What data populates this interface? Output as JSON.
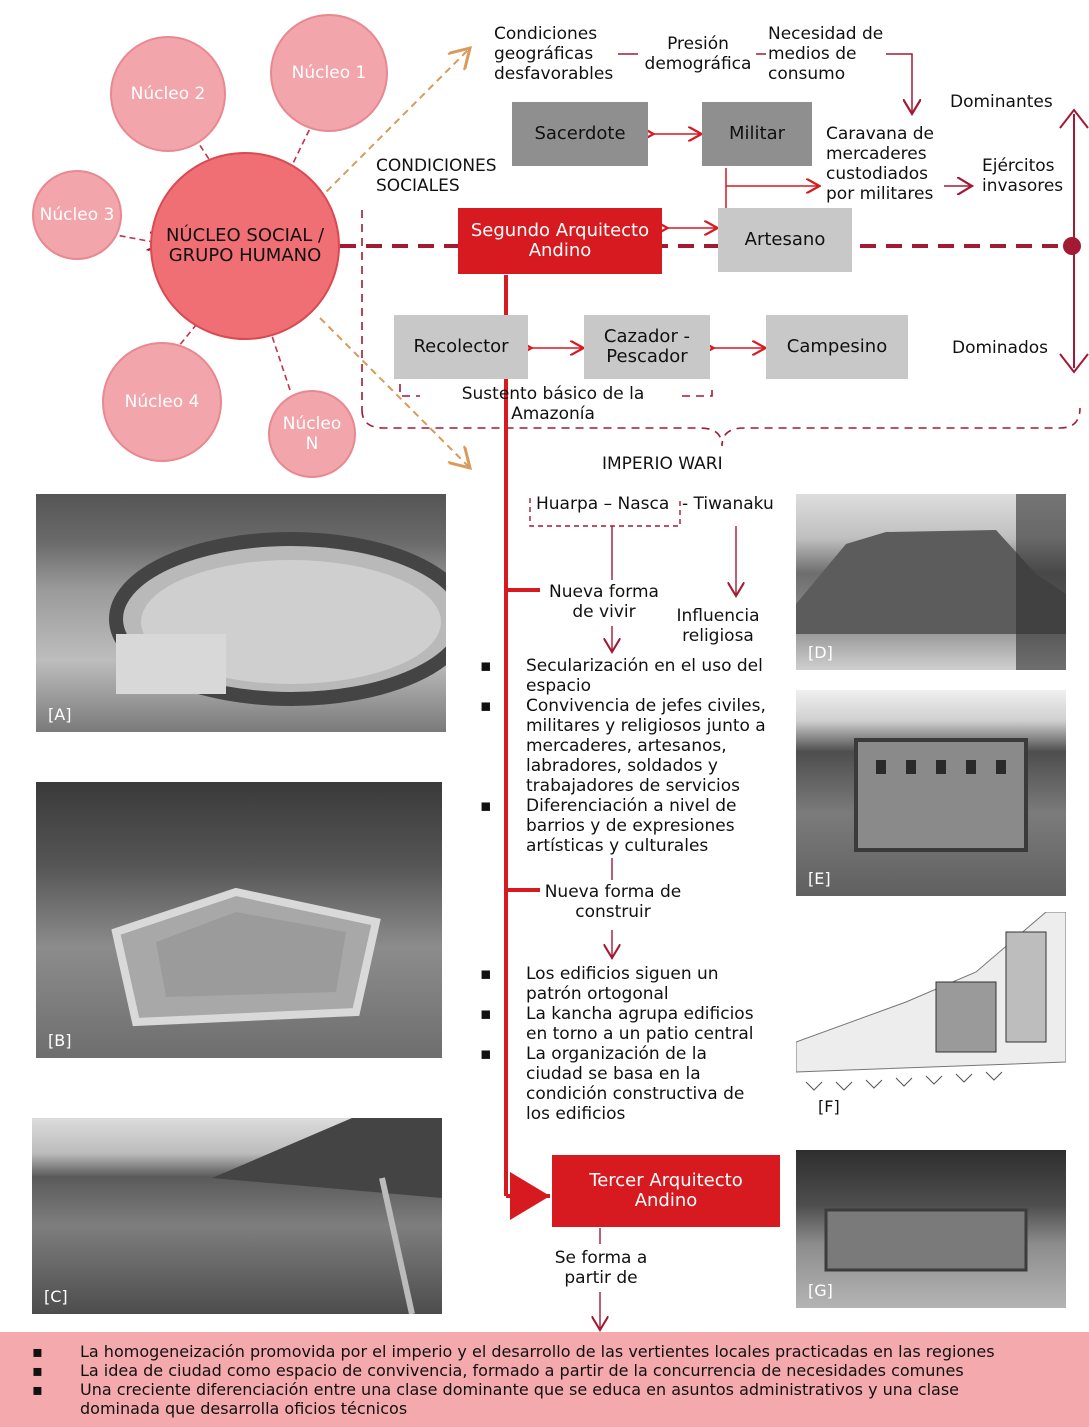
{
  "nucleos": {
    "main": "NÚCLEO SOCIAL / GRUPO HUMANO",
    "n1": "Núcleo 1",
    "n2": "Núcleo 2",
    "n3": "Núcleo 3",
    "n4": "Núcleo 4",
    "nN": "Núcleo N"
  },
  "top": {
    "condiciones_geo": "Condiciones geográficas desfavorables",
    "presion": "Presión demográfica",
    "necesidad": "Necesidad de medios de consumo",
    "dominantes": "Dominantes",
    "condiciones_sociales": "CONDICIONES SOCIALES",
    "caravana": "Caravana de mercaderes custodiados por militares",
    "ejercitos": "Ejércitos invasores",
    "dominados": "Dominados",
    "sustento": "Sustento básico de la Amazonía"
  },
  "boxes": {
    "sacerdote": "Sacerdote",
    "militar": "Militar",
    "segundo": "Segundo Arquitecto Andino",
    "artesano": "Artesano",
    "recolector": "Recolector",
    "cazador": "Cazador - Pescador",
    "campesino": "Campesino",
    "tercer": "Tercer Arquitecto Andino"
  },
  "middle": {
    "imperio": "IMPERIO WARI",
    "huarpa": "Huarpa – Nasca",
    "tiwanaku": "- Tiwanaku",
    "nueva_vivir": "Nueva forma de vivir",
    "influencia": "Influencia religiosa",
    "vivir_items": [
      "Secularización en el uso del espacio",
      "Convivencia de jefes civiles, militares y religiosos junto a mercaderes, artesanos, labradores, soldados y trabajadores de servicios",
      "Diferenciación a nivel de barrios y de expresiones artísticas y culturales"
    ],
    "nueva_construir": "Nueva forma de construir",
    "construir_items": [
      "Los edificios siguen un patrón ortogonal",
      "La kancha agrupa edificios en torno a un patio central",
      "La organización de la ciudad se basa en la condición constructiva de los edificios"
    ],
    "se_forma": "Se forma a partir de",
    "bullet": "▪"
  },
  "photos": {
    "a": "[A]",
    "b": "[B]",
    "c": "[C]",
    "d": "[D]",
    "e": "[E]",
    "f": "[F]",
    "g": "[G]"
  },
  "bottom_items": [
    "La homogeneización promovida por el imperio y el desarrollo de las vertientes locales practicadas en las regiones",
    "La idea de ciudad como espacio de convivencia, formado a partir de la concurrencia de necesidades comunes",
    "Una creciente diferenciación entre una clase dominante que se educa en asuntos administrativos y una clase dominada que desarrolla oficios técnicos"
  ],
  "colors": {
    "accent_red": "#d71920",
    "dark_red": "#a31a35",
    "pink": "#f2a5ab",
    "grey_dark": "#8f8f8f",
    "grey_light": "#c8c8c8",
    "orange_dash": "#d99a5a"
  }
}
